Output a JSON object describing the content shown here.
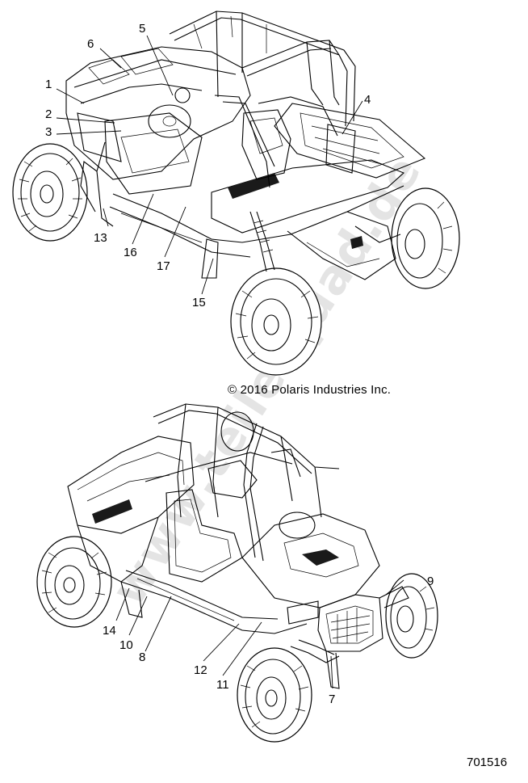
{
  "figure": {
    "copyright": "© 2016 Polaris Industries Inc.",
    "doc_number": "701516",
    "watermark": "www.teile-quad.de"
  },
  "callouts": {
    "c1": "1",
    "c2": "2",
    "c3": "3",
    "c4": "4",
    "c5": "5",
    "c6": "6",
    "c7": "7",
    "c8": "8",
    "c9": "9",
    "c10": "10",
    "c11": "11",
    "c12": "12",
    "c13": "13",
    "c14": "14",
    "c15": "15",
    "c16": "16",
    "c17": "17"
  },
  "colors": {
    "line": "#000000",
    "background": "#ffffff",
    "watermark": "#cfcfcf"
  }
}
